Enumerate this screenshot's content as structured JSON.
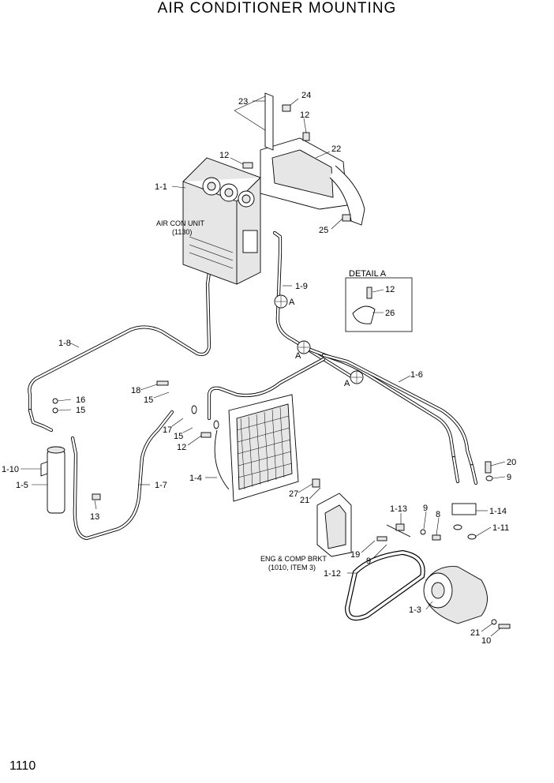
{
  "title": "AIR CONDITIONER  MOUNTING",
  "page_number": "1110",
  "detail": {
    "title": "DETAIL A",
    "labels": [
      "12",
      "26"
    ]
  },
  "notes": {
    "air_con_unit": "AIR CON UNIT",
    "air_con_unit_ref": "(1130)",
    "eng_comp_brkt": "ENG & COMP BRKT",
    "eng_comp_brkt_ref": "(1010, ITEM 3)"
  },
  "section_marks": [
    "A",
    "A",
    "A"
  ],
  "callouts": {
    "c23": "23",
    "c24": "24",
    "c12a": "12",
    "c22": "22",
    "c12b": "12",
    "c1_1": "1-1",
    "c25": "25",
    "c1_9": "1-9",
    "c1_8": "1-8",
    "c1_6": "1-6",
    "c18": "18",
    "c15a": "15",
    "c16": "16",
    "c15b": "15",
    "c17": "17",
    "c15c": "15",
    "c12c": "12",
    "c1_10": "1-10",
    "c1_5": "1-5",
    "c13": "13",
    "c1_7": "1-7",
    "c1_4": "1-4",
    "c27": "27",
    "c21a": "21",
    "c20": "20",
    "c9a": "9",
    "c1_14": "1-14",
    "c1_13": "1-13",
    "c9b": "9",
    "c8": "8",
    "c1_11": "1-11",
    "c19": "19",
    "c9c": "9",
    "c1_12": "1-12",
    "c1_3": "1-3",
    "c21b": "21",
    "c10": "10"
  }
}
